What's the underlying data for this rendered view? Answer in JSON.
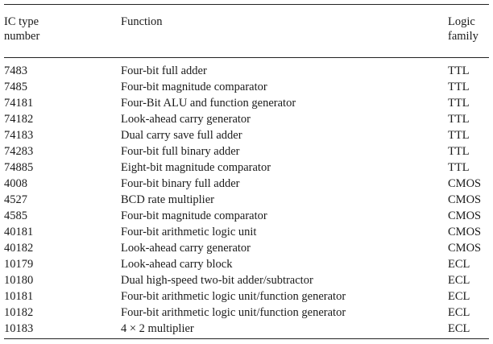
{
  "table": {
    "headers": {
      "ic_type": [
        "IC type",
        "number"
      ],
      "function": [
        "Function"
      ],
      "logic_family": [
        "Logic",
        "family"
      ]
    },
    "rows": [
      {
        "ic": "7483",
        "function": "Four-bit full adder",
        "family": "TTL"
      },
      {
        "ic": "7485",
        "function": "Four-bit magnitude comparator",
        "family": "TTL"
      },
      {
        "ic": "74181",
        "function": "Four-Bit ALU and function generator",
        "family": "TTL"
      },
      {
        "ic": "74182",
        "function": "Look-ahead carry generator",
        "family": "TTL"
      },
      {
        "ic": "74183",
        "function": "Dual carry save full adder",
        "family": "TTL"
      },
      {
        "ic": "74283",
        "function": "Four-bit full binary adder",
        "family": "TTL"
      },
      {
        "ic": "74885",
        "function": "Eight-bit magnitude comparator",
        "family": "TTL"
      },
      {
        "ic": "4008",
        "function": "Four-bit binary full adder",
        "family": "CMOS"
      },
      {
        "ic": "4527",
        "function": "BCD rate multiplier",
        "family": "CMOS"
      },
      {
        "ic": "4585",
        "function": "Four-bit magnitude comparator",
        "family": "CMOS"
      },
      {
        "ic": "40181",
        "function": "Four-bit arithmetic logic unit",
        "family": "CMOS"
      },
      {
        "ic": "40182",
        "function": "Look-ahead carry generator",
        "family": "CMOS"
      },
      {
        "ic": "10179",
        "function": "Look-ahead carry block",
        "family": "ECL"
      },
      {
        "ic": "10180",
        "function": "Dual high-speed two-bit adder/subtractor",
        "family": "ECL"
      },
      {
        "ic": "10181",
        "function": "Four-bit arithmetic logic unit/function generator",
        "family": "ECL"
      },
      {
        "ic": "10182",
        "function": "Four-bit arithmetic logic unit/function generator",
        "family": "ECL"
      },
      {
        "ic": "10183",
        "function": "4 × 2 multiplier",
        "family": "ECL"
      }
    ]
  }
}
